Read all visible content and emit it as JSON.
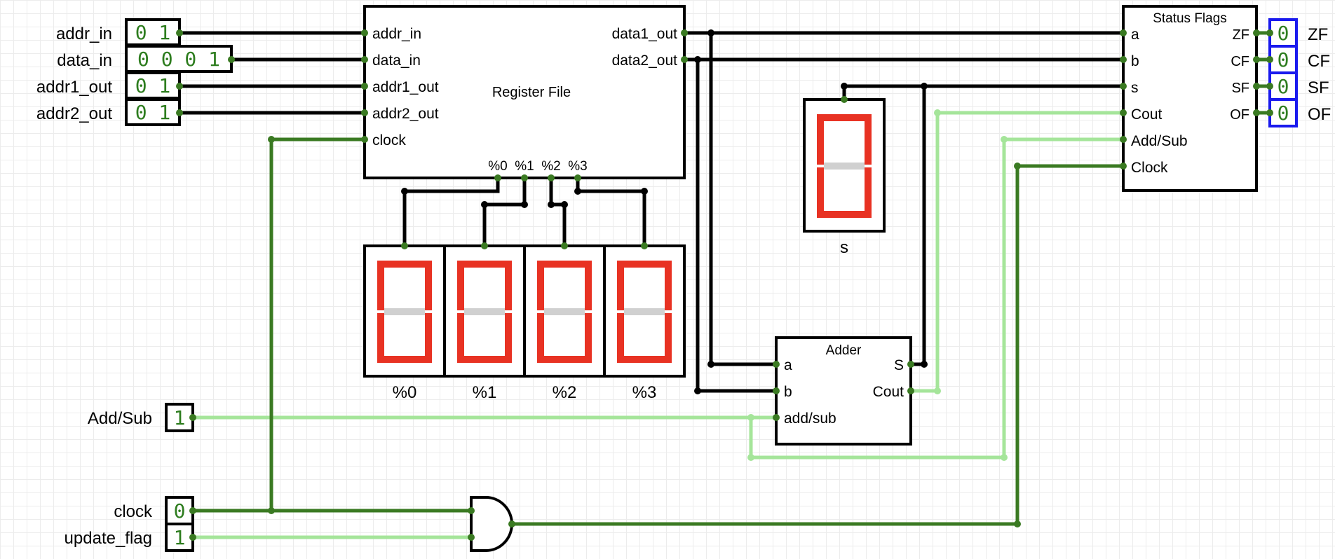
{
  "colors": {
    "wire_dark": "#000000",
    "wire_on": "#3a7a22",
    "wire_off": "#a5e59a",
    "segment_on": "#e83223",
    "segment_off": "#d0d0d0",
    "value_text": "#2e7d1f",
    "output_border": "#1a1aee"
  },
  "inputs": {
    "addr_in": {
      "label": "addr_in",
      "value": "0 1"
    },
    "data_in": {
      "label": "data_in",
      "value": "0 0 0 1"
    },
    "addr1_out": {
      "label": "addr1_out",
      "value": "0 1"
    },
    "addr2_out": {
      "label": "addr2_out",
      "value": "0 1"
    },
    "add_sub": {
      "label": "Add/Sub",
      "value": "1"
    },
    "clock": {
      "label": "clock",
      "value": "0"
    },
    "update_flag": {
      "label": "update_flag",
      "value": "1"
    }
  },
  "register_file": {
    "title": "Register File",
    "ports": {
      "addr_in": "addr_in",
      "data_in": "data_in",
      "addr1_out": "addr1_out",
      "addr2_out": "addr2_out",
      "clock": "clock",
      "data1_out": "data1_out",
      "data2_out": "data2_out",
      "r0": "%0",
      "r1": "%1",
      "r2": "%2",
      "r3": "%3"
    }
  },
  "displays": {
    "registers": [
      "%0",
      "%1",
      "%2",
      "%3"
    ],
    "sum": "s"
  },
  "adder": {
    "title": "Adder",
    "ports": {
      "a": "a",
      "b": "b",
      "add_sub": "add/sub",
      "s": "S",
      "cout": "Cout"
    }
  },
  "status_flags": {
    "title": "Status Flags",
    "ports": {
      "a": "a",
      "b": "b",
      "s": "s",
      "cout": "Cout",
      "add_sub": "Add/Sub",
      "clock": "Clock",
      "zf": "ZF",
      "cf": "CF",
      "sf": "SF",
      "of": "OF"
    }
  },
  "outputs": [
    {
      "label": "ZF",
      "value": "0"
    },
    {
      "label": "CF",
      "value": "0"
    },
    {
      "label": "SF",
      "value": "0"
    },
    {
      "label": "OF",
      "value": "0"
    }
  ]
}
